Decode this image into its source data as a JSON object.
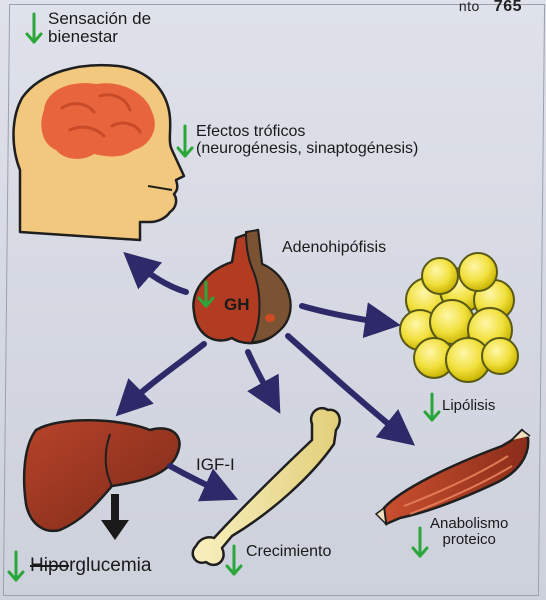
{
  "header": {
    "fragment": "nto",
    "page_number": "765"
  },
  "labels": {
    "well_being": "Sensación de\nbienestar",
    "trophic_effects": "Efectos tróficos\n(neurogénesis, sinaptogénesis)",
    "pituitary": "Adenohipófisis",
    "gh": "GH",
    "lipolysis": "Lipólisis",
    "igf": "IGF-I",
    "protein_anabolism": "Anabolismo\nproteico",
    "growth": "Crecimiento",
    "hyperglycemia_struck": "Hipo",
    "hyperglycemia_rest": "rglucemia"
  },
  "colors": {
    "down_arrow": "#2aa63a",
    "flow_arrow": "#2e2a6a",
    "background": "#d8dbe4"
  },
  "icons": [
    "head-icon",
    "brain-icon",
    "pituitary-icon",
    "fat-cells-icon",
    "liver-icon",
    "bone-icon",
    "muscle-icon"
  ]
}
